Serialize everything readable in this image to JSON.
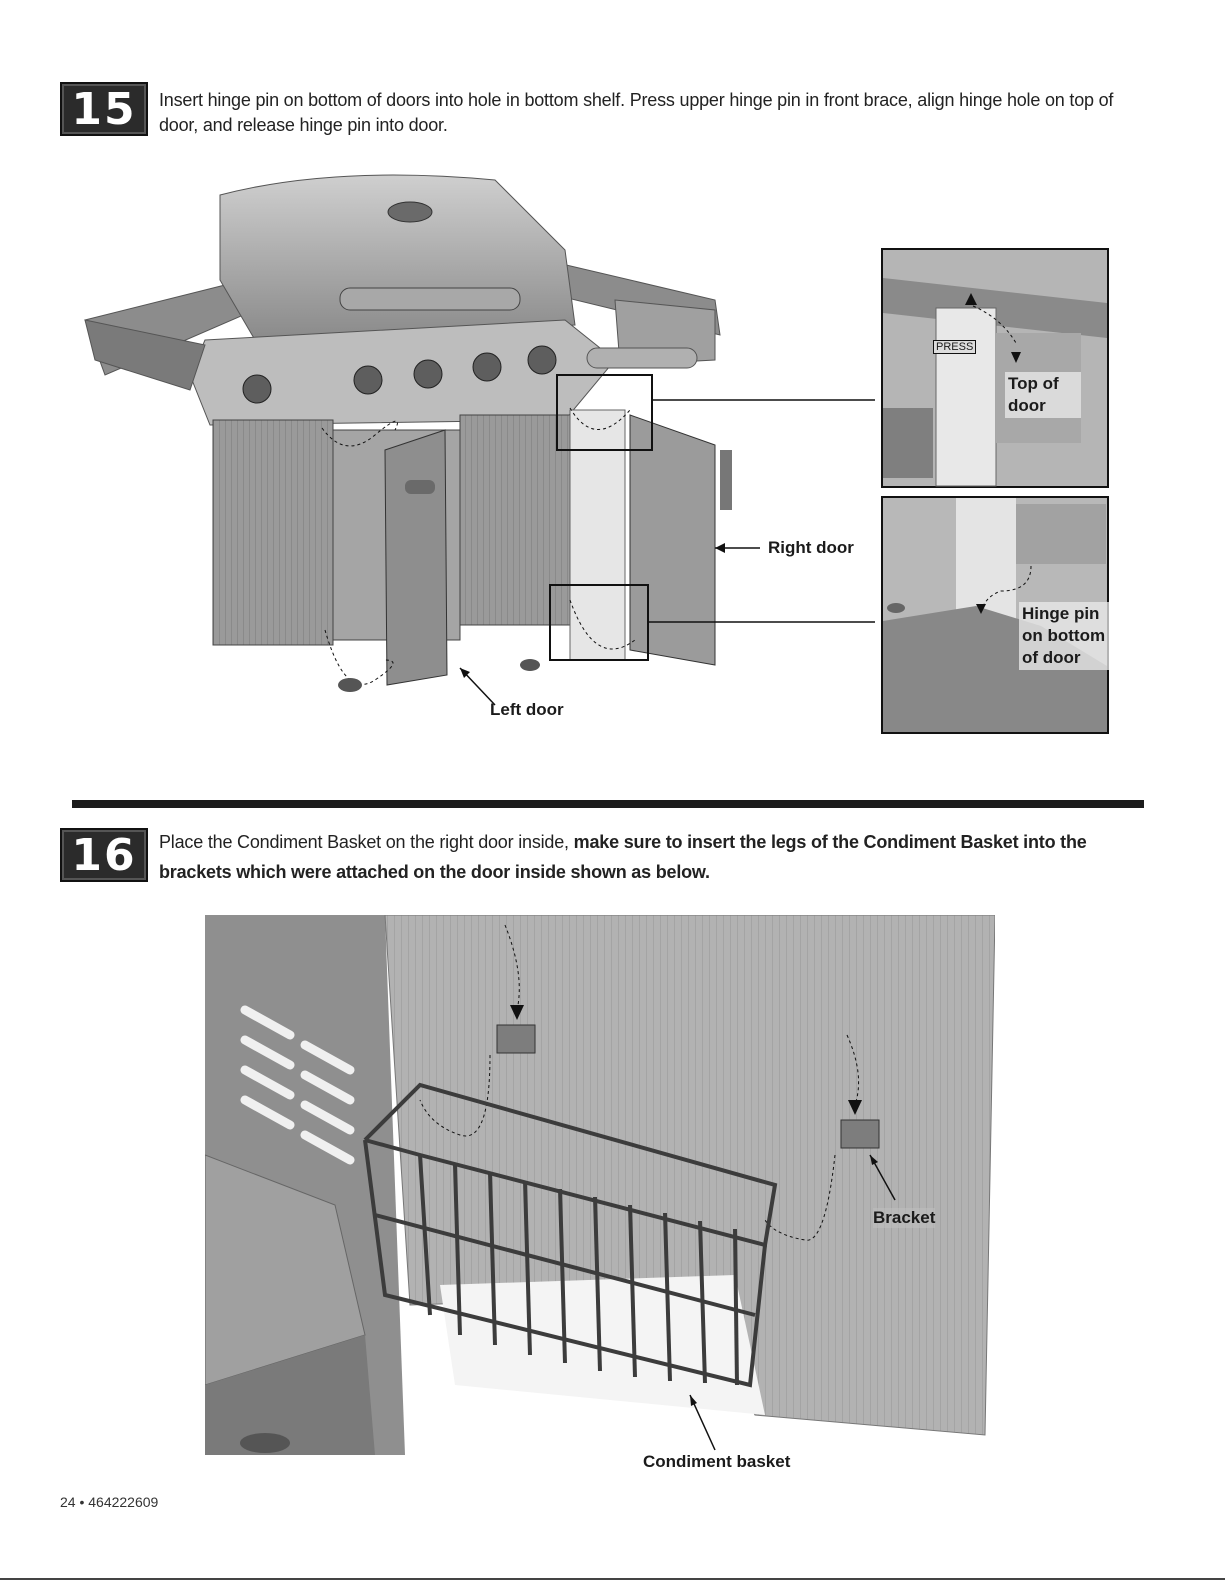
{
  "step15": {
    "number": "15",
    "instruction": "Insert hinge pin on bottom of doors into hole in bottom shelf. Press upper hinge pin in front brace, align hinge hole on top of door, and release hinge pin into door.",
    "callouts": {
      "right_door": "Right door",
      "left_door": "Left door"
    },
    "inset_top": {
      "press_label": "PRESS",
      "label": "Top of door"
    },
    "inset_bottom": {
      "label": "Hinge pin on bottom of door"
    }
  },
  "step16": {
    "number": "16",
    "instruction_plain": "Place the Condiment Basket on the right door inside,",
    "instruction_bold": "make sure to insert the legs of the Condiment Basket into the brackets which were attached on the door inside shown as below.",
    "callouts": {
      "bracket": "Bracket",
      "condiment_basket": "Condiment basket"
    }
  },
  "footer": {
    "page": "24 • 464222609"
  }
}
